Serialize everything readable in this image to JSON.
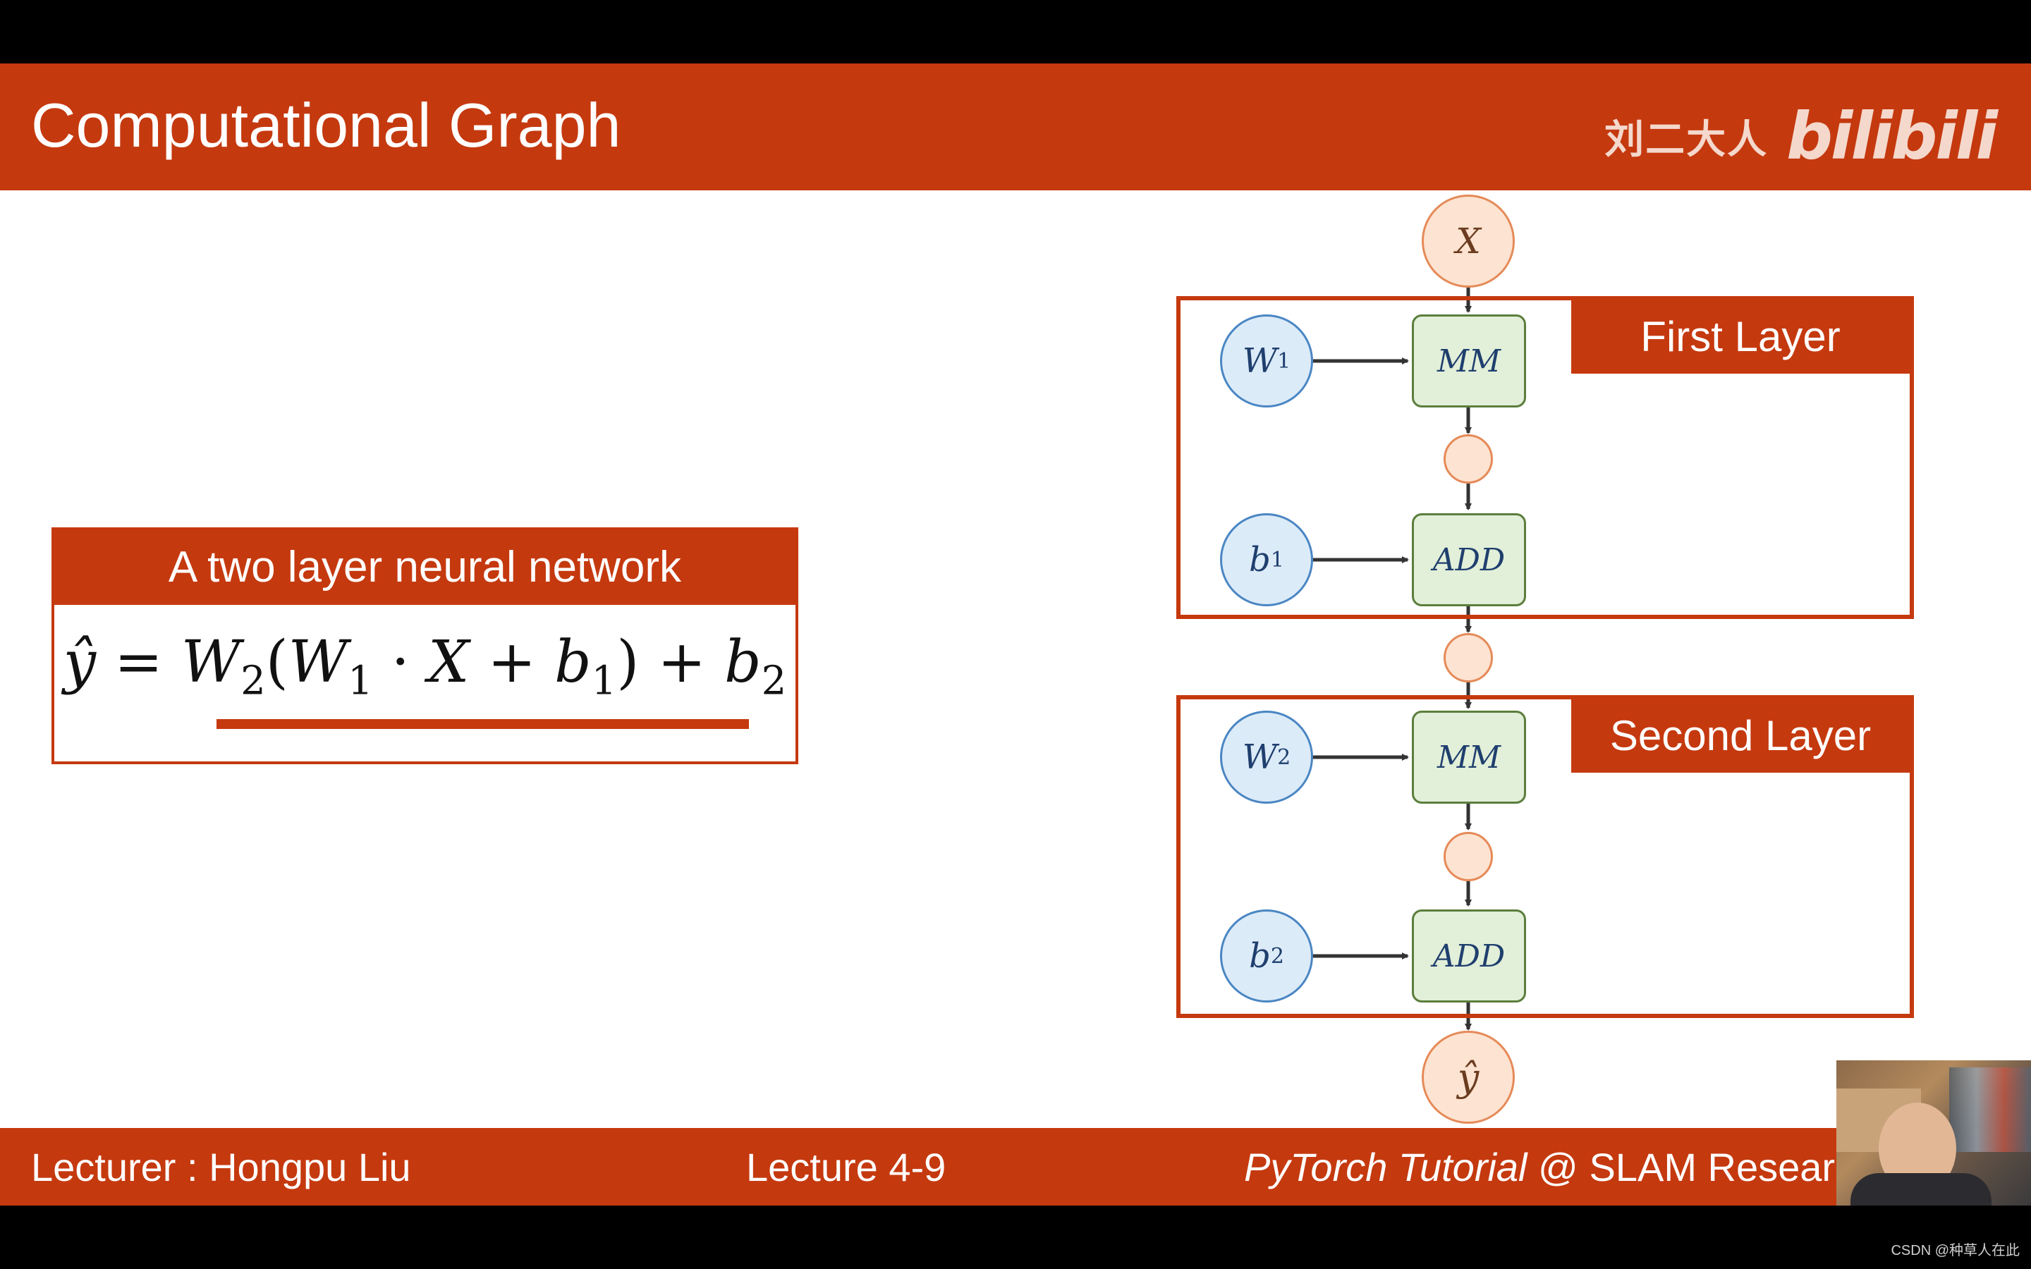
{
  "slide": {
    "title": "Computational Graph",
    "brand_text": "刘二大人",
    "brand_logo": "bilibili"
  },
  "equation_box": {
    "heading": "A two layer neural network",
    "y_hat": "ŷ",
    "equals": " = ",
    "W2": "W",
    "W2_sub": "2",
    "open": "(",
    "W1": "W",
    "W1_sub": "1",
    "dot": " · ",
    "X": "X",
    "plus1": " + ",
    "b1": "b",
    "b1_sub": "1",
    "close": ")",
    "plus2": " + ",
    "b2": "b",
    "b2_sub": "2"
  },
  "graph": {
    "input_node": "X",
    "output_node": "ŷ",
    "first_layer_label": "First Layer",
    "second_layer_label": "Second Layer",
    "w1": "W",
    "w1_sub": "1",
    "b1": "b",
    "b1_sub": "1",
    "w2": "W",
    "w2_sub": "2",
    "b2": "b",
    "b2_sub": "2",
    "mm1": "MM",
    "add1": "ADD",
    "mm2": "MM",
    "add2": "ADD"
  },
  "footer": {
    "lecturer": "Lecturer : Hongpu Liu",
    "lecture": "Lecture 4-9",
    "tutorial_italic": "PyTorch Tutorial",
    "tutorial_rest": " @ SLAM Research"
  },
  "watermark": "CSDN @种草人在此",
  "colors": {
    "accent": "#c5390f",
    "orange_node": "#fde3d1",
    "blue_node": "#dcebf8",
    "op_box": "#e2efd9"
  }
}
